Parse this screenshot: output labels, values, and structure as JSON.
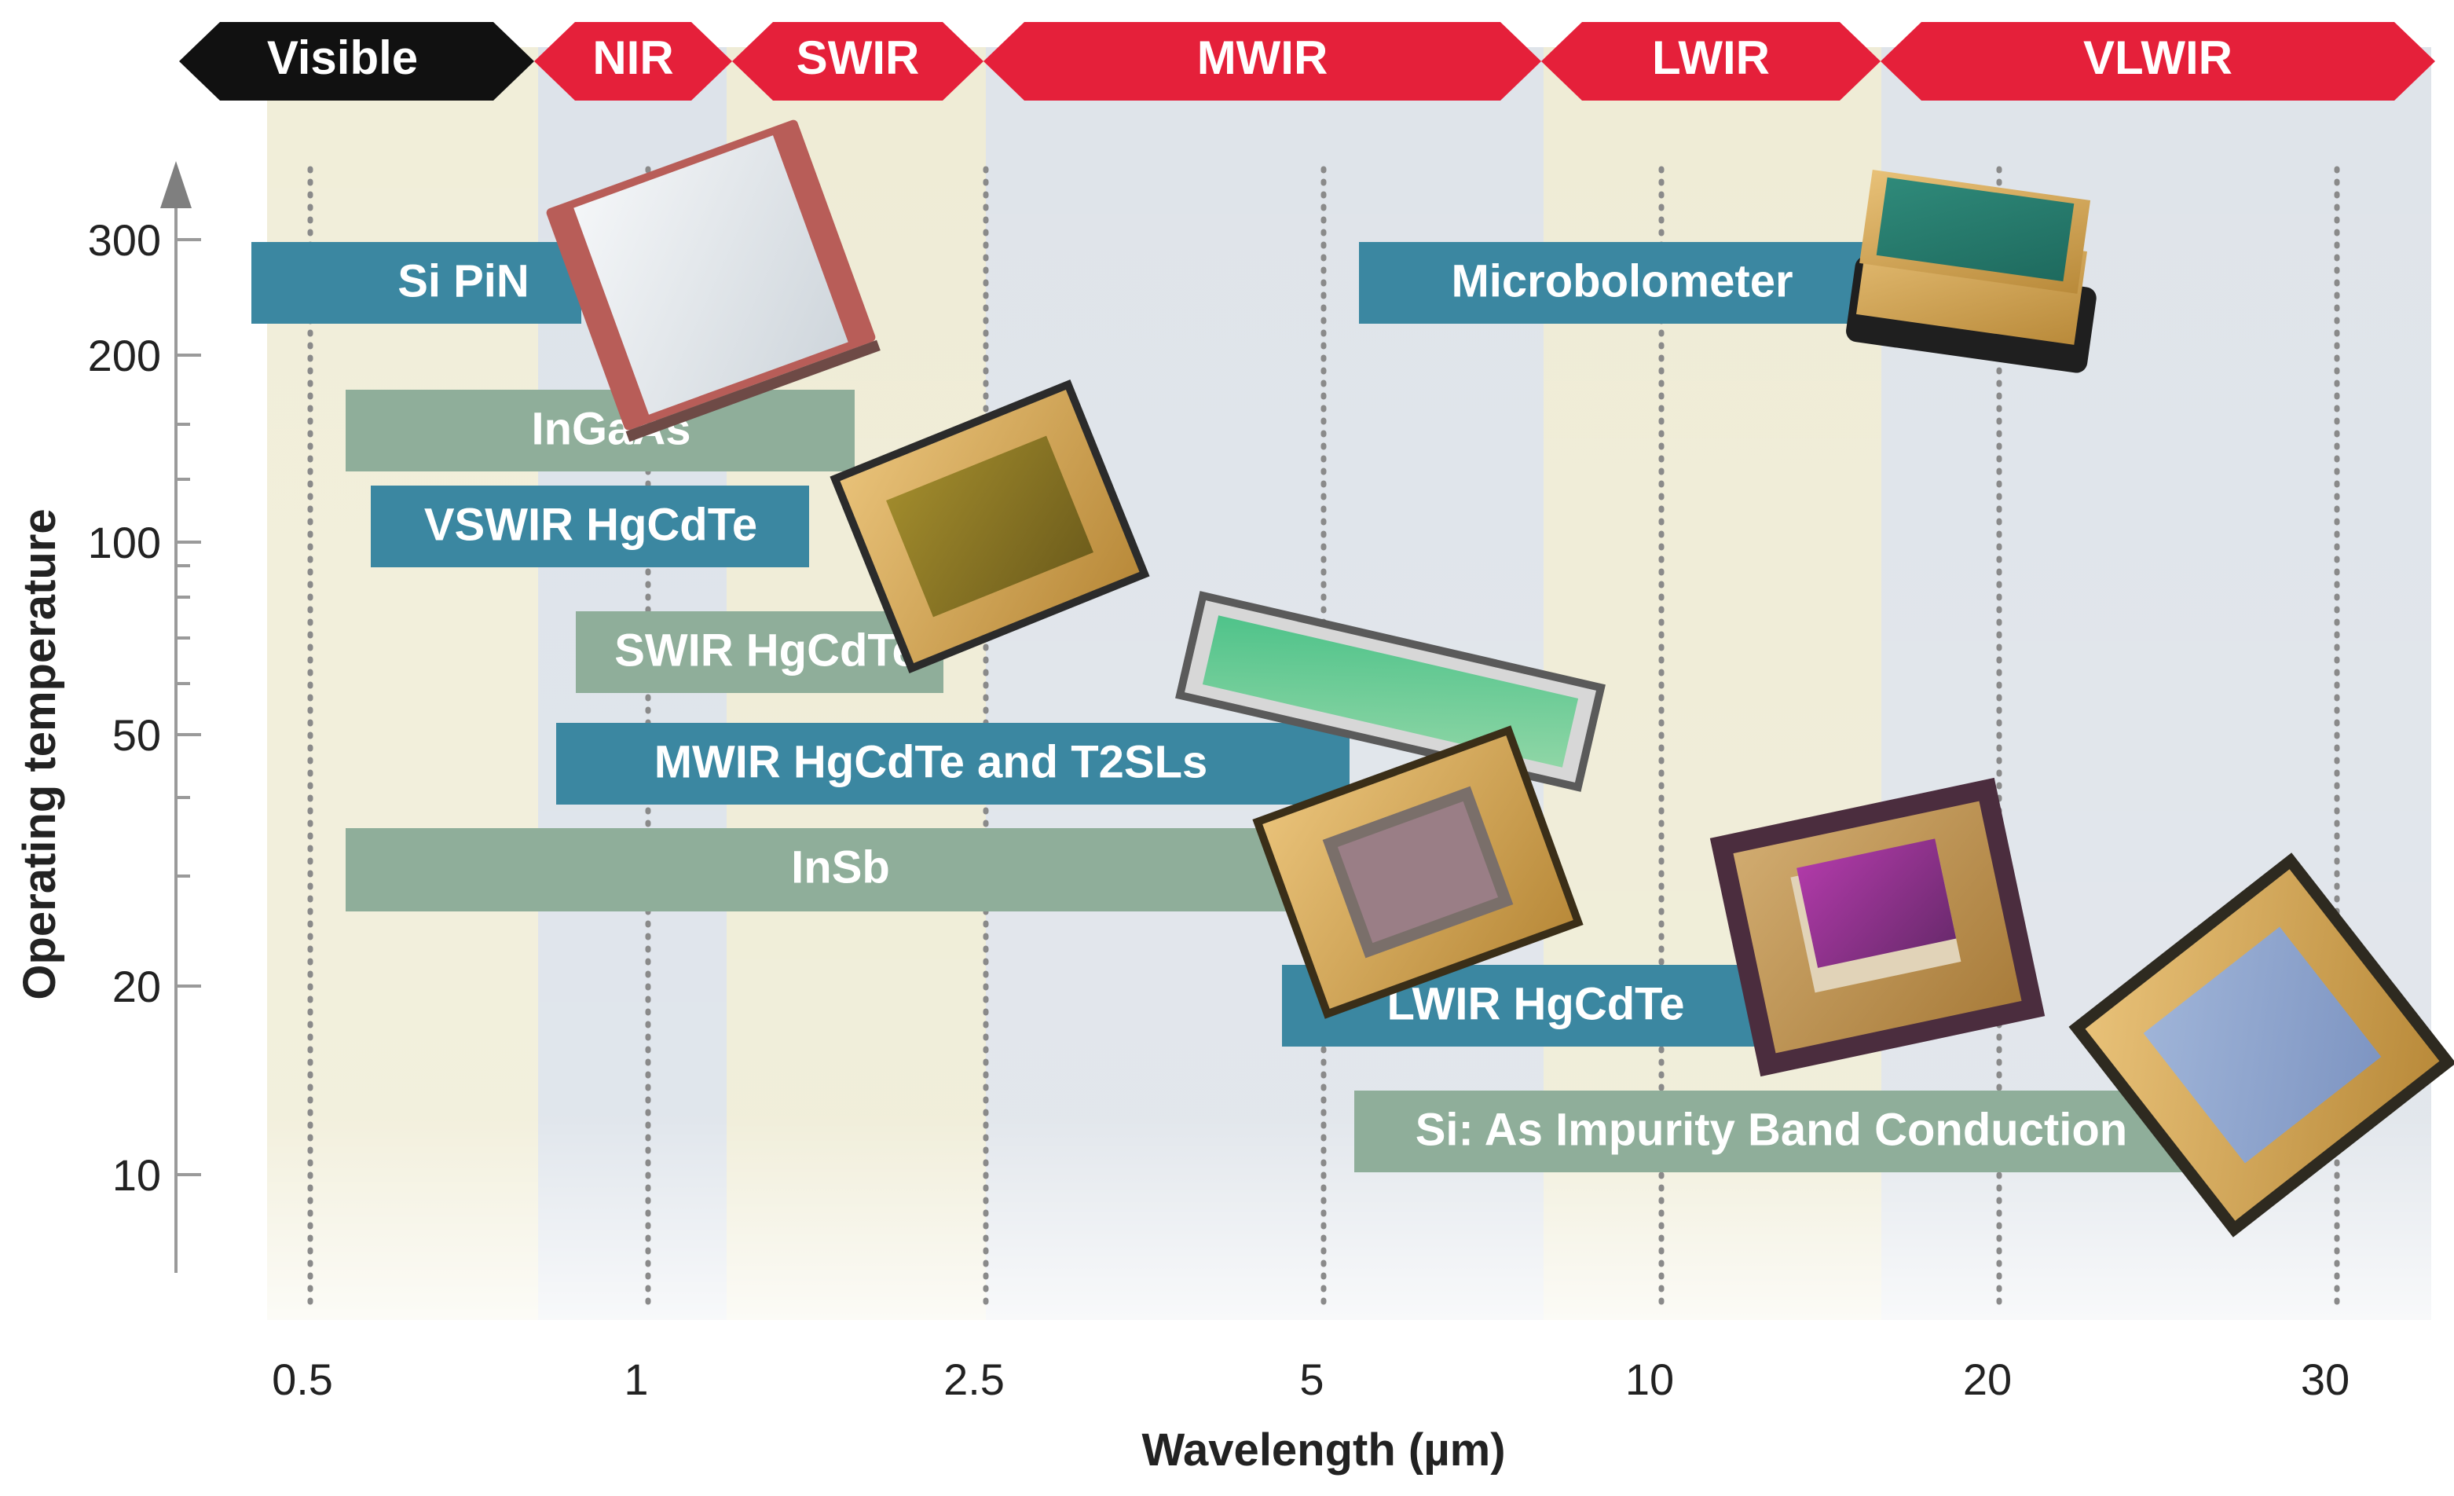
{
  "bands": [
    {
      "label": "Visible",
      "color": "#111111"
    },
    {
      "label": "NIR",
      "color": "#e5203a"
    },
    {
      "label": "SWIR",
      "color": "#e5203a"
    },
    {
      "label": "MWIR",
      "color": "#e5203a"
    },
    {
      "label": "LWIR",
      "color": "#e5203a"
    },
    {
      "label": "VLWIR",
      "color": "#e5203a"
    }
  ],
  "x_axis": {
    "title": "Wavelength (µm)",
    "ticks": [
      "0.5",
      "1",
      "2.5",
      "5",
      "10",
      "20",
      "30"
    ]
  },
  "y_axis": {
    "title": "Operating temperature",
    "ticks": [
      "300",
      "200",
      "100",
      "50",
      "20",
      "10"
    ]
  },
  "detectors": [
    {
      "label": "Si PiN",
      "color": "#3b87a1"
    },
    {
      "label": "InGaAs",
      "color": "#8fae9a"
    },
    {
      "label": "VSWIR HgCdTe",
      "color": "#3b87a1"
    },
    {
      "label": "SWIR HgCdTe",
      "color": "#8fae9a"
    },
    {
      "label": "MWIR HgCdTe and T2SLs",
      "color": "#3b87a1"
    },
    {
      "label": "InSb",
      "color": "#8fae9a"
    },
    {
      "label": "Microbolometer",
      "color": "#3b87a1"
    },
    {
      "label": "LWIR HgCdTe",
      "color": "#3b87a1"
    },
    {
      "label": "Si: As Impurity Band Conduction",
      "color": "#8fae9a"
    }
  ],
  "colors": {
    "band_bg_warm": "#f2efdc",
    "band_bg_cool": "#dfe4ea",
    "gridline": "#888888"
  }
}
